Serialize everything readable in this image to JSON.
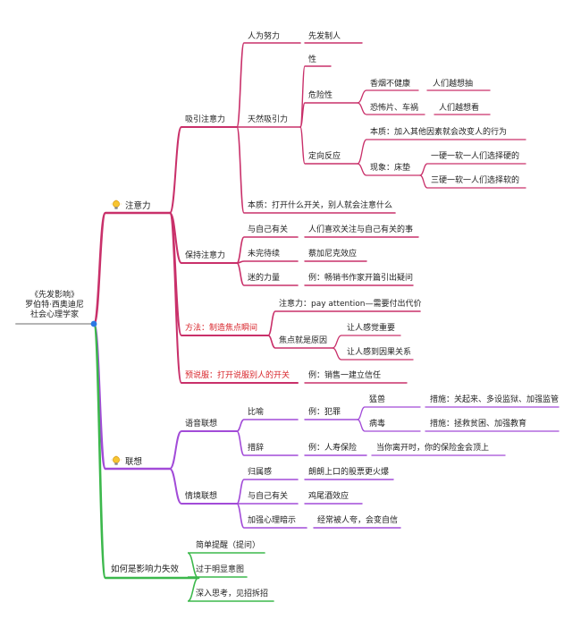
{
  "central": {
    "lines": [
      "《先发影响》",
      "罗伯特·西奥迪尼",
      "社会心理学家"
    ]
  },
  "colors": {
    "attention": "#c9306a",
    "association": "#a24bd8",
    "failure": "#3cb84c",
    "root_line": "#b5b5b5",
    "center_dot": "#2a78e4",
    "red_text": "#d8262c",
    "bulb": "#f2b21c"
  },
  "icons": {
    "branch_icon": "lightbulb-icon"
  },
  "attention": {
    "label": "注意力",
    "attract": {
      "label": "吸引注意力",
      "human": {
        "label": "人为努力",
        "child": "先发制人"
      },
      "natural": {
        "label": "天然吸引力",
        "sex": "性",
        "danger": {
          "label": "危险性",
          "a": {
            "label": "香烟不健康",
            "child": "人们越想抽"
          },
          "b": {
            "label": "恐怖片、车祸",
            "child": "人们越想看"
          }
        },
        "orient": {
          "label": "定向反应",
          "essence": "本质：加入其他因素就会改变人的行为",
          "phen": {
            "label": "现象：床垫",
            "a": "一硬一软一人们选择硬的",
            "b": "三硬一软一人们选择软的"
          }
        }
      },
      "essence": "本质：打开什么开关，别人就会注意什么"
    },
    "keep": {
      "label": "保持注意力",
      "a": {
        "label": "与自己有关",
        "child": "人们喜欢关注与自己有关的事"
      },
      "b": {
        "label": "未完待续",
        "child": "蔡加尼克效应"
      },
      "c": {
        "label": "迷的力量",
        "child": "例：畅销书作家开篇引出疑问"
      }
    },
    "method": {
      "label": "方法：制造焦点瞬间",
      "a": "注意力：pay attention—需要付出代价",
      "b": {
        "label": "焦点就是原因",
        "a": "让人感觉重要",
        "b": "让人感到因果关系"
      }
    },
    "pre": {
      "label": "预说服：打开说服别人的开关",
      "child": "例：销售一建立信任"
    }
  },
  "association": {
    "label": "联想",
    "verbal": {
      "label": "语音联想",
      "metaphor": {
        "label": "比喻",
        "ex": "例：犯罪",
        "beast": {
          "label": "猛兽",
          "child": "措施：关起来、多设监狱、加强监管"
        },
        "virus": {
          "label": "病毒",
          "child": "措施：拯救贫困、加强教育"
        }
      },
      "wording": {
        "label": "措辞",
        "ex": "例：人寿保险",
        "child": "当你离开时，你的保险金会顶上"
      }
    },
    "context": {
      "label": "情境联想",
      "a": {
        "label": "归属感",
        "child": "朗朗上口的股票更火爆"
      },
      "b": {
        "label": "与自己有关",
        "child": "鸡尾酒效应"
      },
      "c": {
        "label": "加强心理暗示",
        "child": "经常被人夸，会变自信"
      }
    }
  },
  "failure": {
    "label": "如何是影响力失效",
    "a": "简单提醒（提问）",
    "b": "过于明显意图",
    "c": "深入思考，见招拆招"
  }
}
